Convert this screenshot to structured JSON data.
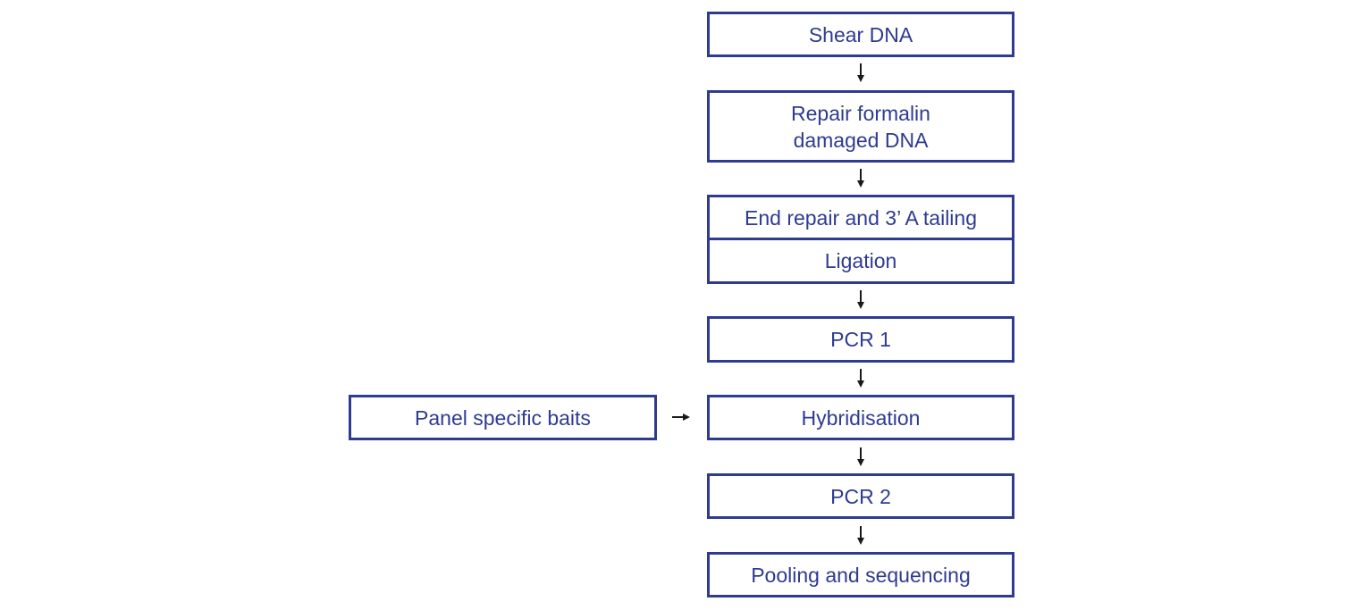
{
  "colors": {
    "box_border": "#2e3b91",
    "box_text": "#2e3b91",
    "arrow": "#1a1a1a",
    "background": "#ffffff"
  },
  "diagram": {
    "steps": {
      "shear": "Shear DNA",
      "repair": "Repair formalin\ndamaged DNA",
      "end_repair": "End repair and 3’ A tailing",
      "ligation": "Ligation",
      "pcr1": "PCR 1",
      "hybridisation": "Hybridisation",
      "pcr2": "PCR 2",
      "pooling": "Pooling and sequencing"
    },
    "side_input": {
      "baits": "Panel specific baits"
    }
  }
}
